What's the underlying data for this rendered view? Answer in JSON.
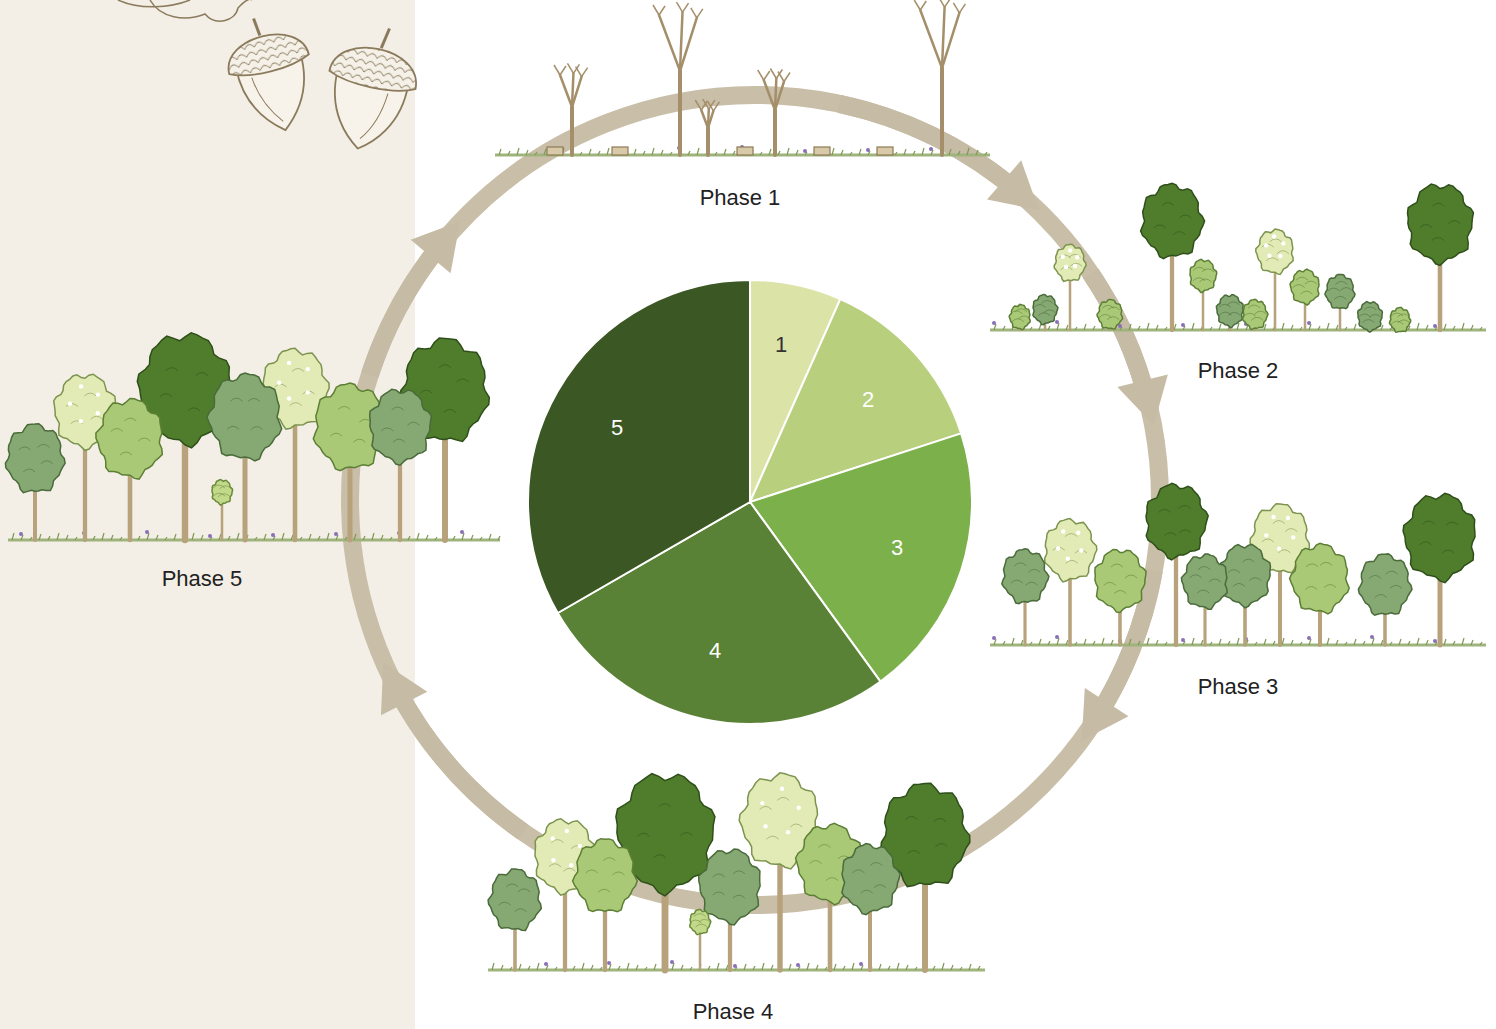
{
  "diagram": {
    "nodes": [
      {
        "text": [
          "Phase 1"
        ]
      },
      {
        "text": [
          "Phase 2"
        ]
      },
      {
        "text": [
          "Phase 3"
        ]
      },
      {
        "text": [
          "Phase 4"
        ]
      },
      {
        "text": [
          "Phase 5"
        ]
      }
    ],
    "edges": [
      {
        "from": 0,
        "to": 1,
        "arrow": "to"
      },
      {
        "from": 1,
        "to": 2,
        "arrow": "to"
      },
      {
        "from": 2,
        "to": 3,
        "arrow": "to"
      },
      {
        "from": 3,
        "to": 4,
        "arrow": "to"
      },
      {
        "from": 4,
        "to": 0,
        "arrow": "to"
      }
    ],
    "labels": [
      "1",
      "2",
      "3",
      "4",
      "5"
    ]
  }
}
